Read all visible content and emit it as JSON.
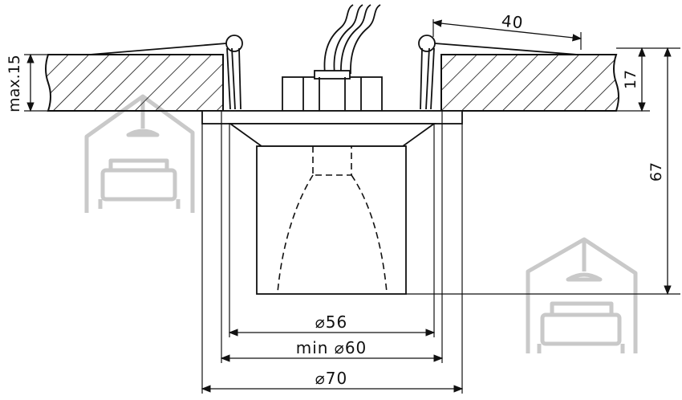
{
  "dimensions": {
    "d56": "⌀56",
    "d60": "min  ⌀60",
    "d70": "⌀70",
    "w40": "40",
    "h17": "17",
    "h67": "67",
    "max15": "max.15"
  },
  "colors": {
    "line": "#111111",
    "watermark": "#c8c8c8",
    "background": "#ffffff"
  },
  "icons": [
    "house-sofa-watermark-icon",
    "house-sofa-watermark-icon"
  ]
}
